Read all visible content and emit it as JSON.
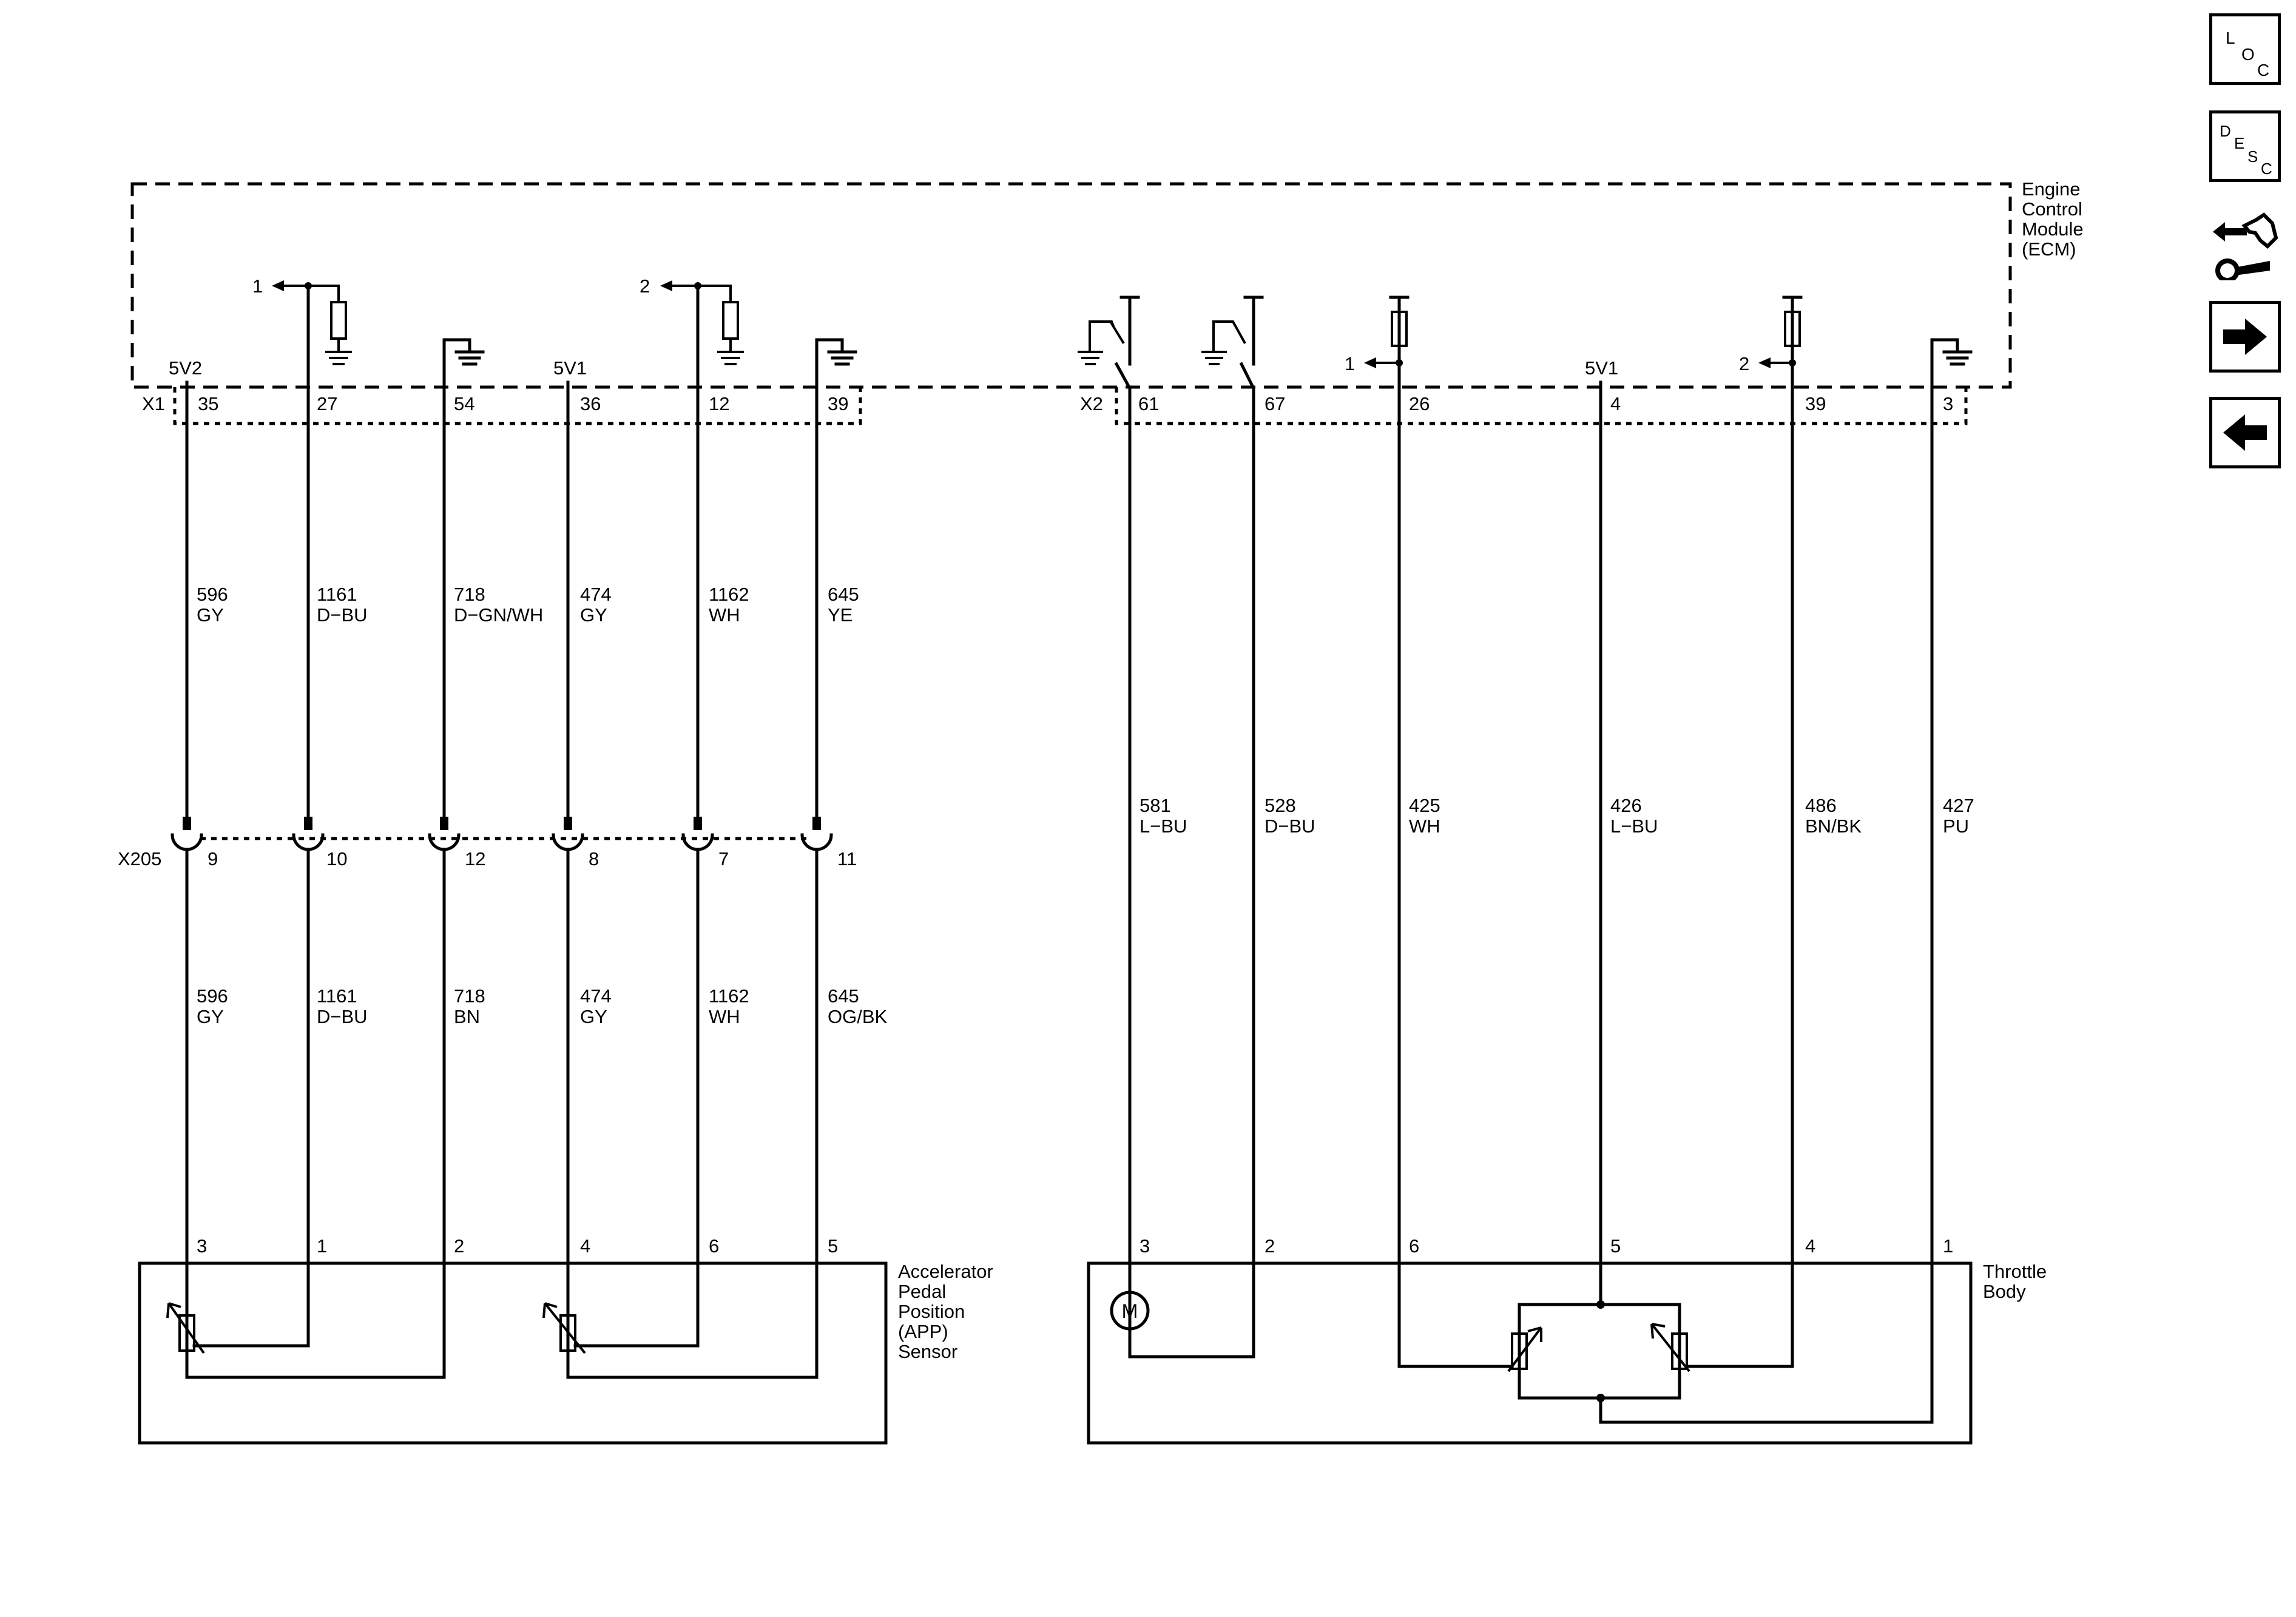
{
  "nav": {
    "loc": [
      "L",
      "O",
      "C"
    ],
    "desc": [
      "D",
      "E",
      "S",
      "C"
    ]
  },
  "ecm": {
    "lines": [
      "Engine",
      "Control",
      "Module",
      "(ECM)"
    ]
  },
  "connectors": {
    "x1": "X1",
    "x2": "X2",
    "x205": "X205",
    "x1_pins": [
      "35",
      "27",
      "54",
      "36",
      "12",
      "39"
    ],
    "x2_pins": [
      "61",
      "67",
      "26",
      "4",
      "39",
      "3"
    ],
    "x205_pins": [
      "9",
      "10",
      "12",
      "8",
      "7",
      "11"
    ],
    "app_pins": [
      "3",
      "1",
      "2",
      "4",
      "6",
      "5"
    ],
    "tb_pins": [
      "3",
      "2",
      "6",
      "5",
      "4",
      "1"
    ]
  },
  "refs": {
    "r1": "5V2",
    "r2": "5V1",
    "r3": "5V1",
    "link1": "1",
    "link2": "2"
  },
  "wires": {
    "upper": [
      {
        "num": "596",
        "color": "GY"
      },
      {
        "num": "1161",
        "color": "D−BU"
      },
      {
        "num": "718",
        "color": "D−GN/WH"
      },
      {
        "num": "474",
        "color": "GY"
      },
      {
        "num": "1162",
        "color": "WH"
      },
      {
        "num": "645",
        "color": "YE"
      }
    ],
    "lower": [
      {
        "num": "596",
        "color": "GY"
      },
      {
        "num": "1161",
        "color": "D−BU"
      },
      {
        "num": "718",
        "color": "BN"
      },
      {
        "num": "474",
        "color": "GY"
      },
      {
        "num": "1162",
        "color": "WH"
      },
      {
        "num": "645",
        "color": "OG/BK"
      }
    ],
    "right": [
      {
        "num": "581",
        "color": "L−BU"
      },
      {
        "num": "528",
        "color": "D−BU"
      },
      {
        "num": "425",
        "color": "WH"
      },
      {
        "num": "426",
        "color": "L−BU"
      },
      {
        "num": "486",
        "color": "BN/BK"
      },
      {
        "num": "427",
        "color": "PU"
      }
    ]
  },
  "components": {
    "app": [
      "Accelerator",
      "Pedal",
      "Position",
      "(APP)",
      "Sensor"
    ],
    "tb": [
      "Throttle",
      "Body"
    ],
    "motor": "M"
  }
}
